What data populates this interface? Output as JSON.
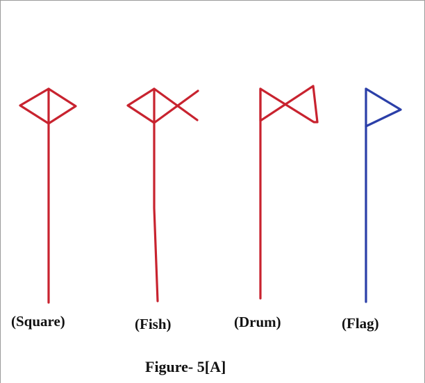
{
  "figure": {
    "caption": "Figure- 5[A]",
    "colors": {
      "red": "#c8232f",
      "blue": "#2b3fa8",
      "text": "#111111"
    },
    "symbols": [
      {
        "label": "(Square)",
        "color": "red",
        "icon": "square-symbol-icon"
      },
      {
        "label": "(Fish)",
        "color": "red",
        "icon": "fish-symbol-icon"
      },
      {
        "label": "(Drum)",
        "color": "red",
        "icon": "drum-symbol-icon"
      },
      {
        "label": "(Flag)",
        "color": "blue",
        "icon": "flag-symbol-icon"
      }
    ]
  }
}
